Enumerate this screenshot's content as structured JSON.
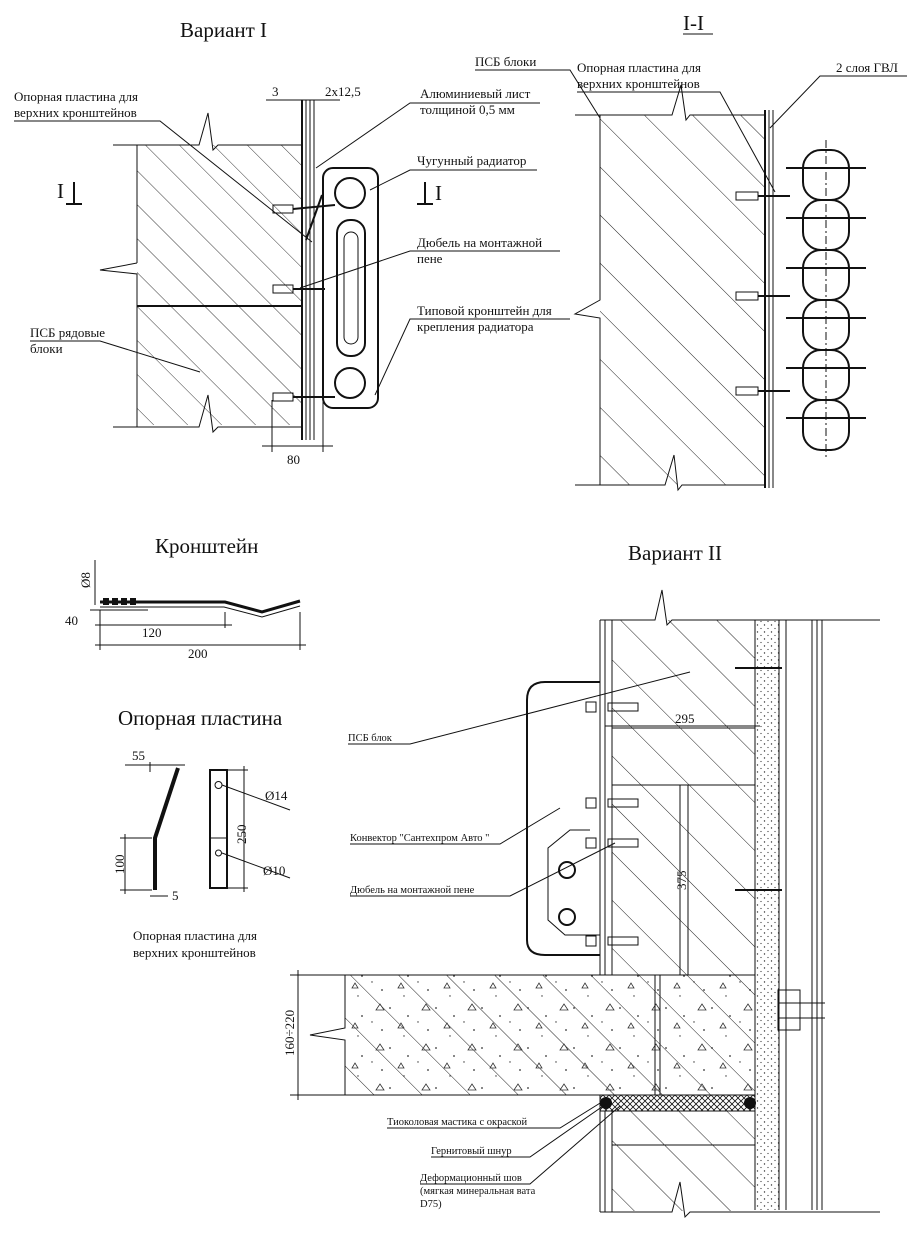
{
  "titles": {
    "variant1": "Вариант I",
    "section": "I-I",
    "bracket": "Кронштейн",
    "plate": "Опорная пластина",
    "variant2": "Вариант II"
  },
  "variant1": {
    "support_plate": [
      "Опорная пластина для",
      "верхних кронштейнов"
    ],
    "dim_gap": "3",
    "dim_gvl": "2х12,5",
    "aluminium": [
      "Алюминиевый лист",
      "толщиной 0,5 мм"
    ],
    "radiator": "Чугунный радиатор",
    "section_mark": "I",
    "dowel": [
      "Дюбель на монтажной",
      "пене"
    ],
    "psb": [
      "ПСБ рядовые",
      "блоки"
    ],
    "bracket": [
      "Типовой кронштейн для",
      "крепления радиатора"
    ],
    "dim_80": "80"
  },
  "section": {
    "psb": "ПСБ блоки",
    "support_plate": [
      "Опорная пластина для",
      "верхних кронштейнов"
    ],
    "gvl": "2 слоя ГВЛ"
  },
  "bracket_detail": {
    "dia": "Ø8",
    "d40": "40",
    "d120": "120",
    "d200": "200"
  },
  "plate_detail": {
    "d55": "55",
    "d100": "100",
    "d5": "5",
    "d250": "250",
    "dia14": "Ø14",
    "dia10": "Ø10",
    "caption": [
      "Опорная пластина для",
      "верхних кронштейнов"
    ]
  },
  "variant2": {
    "psb": "ПСБ блок",
    "convector": "Конвектор \"Сантехпром Авто \"",
    "dowel": "Дюбель на монтажной пене",
    "d295": "295",
    "d375": "375",
    "d160": "160÷220",
    "mastic": "Тиоколовая мастика с окраской",
    "cord": "Гернитовый шнур",
    "joint": [
      "Деформационный шов",
      "(мягкая минеральная вата",
      "D75)"
    ]
  }
}
